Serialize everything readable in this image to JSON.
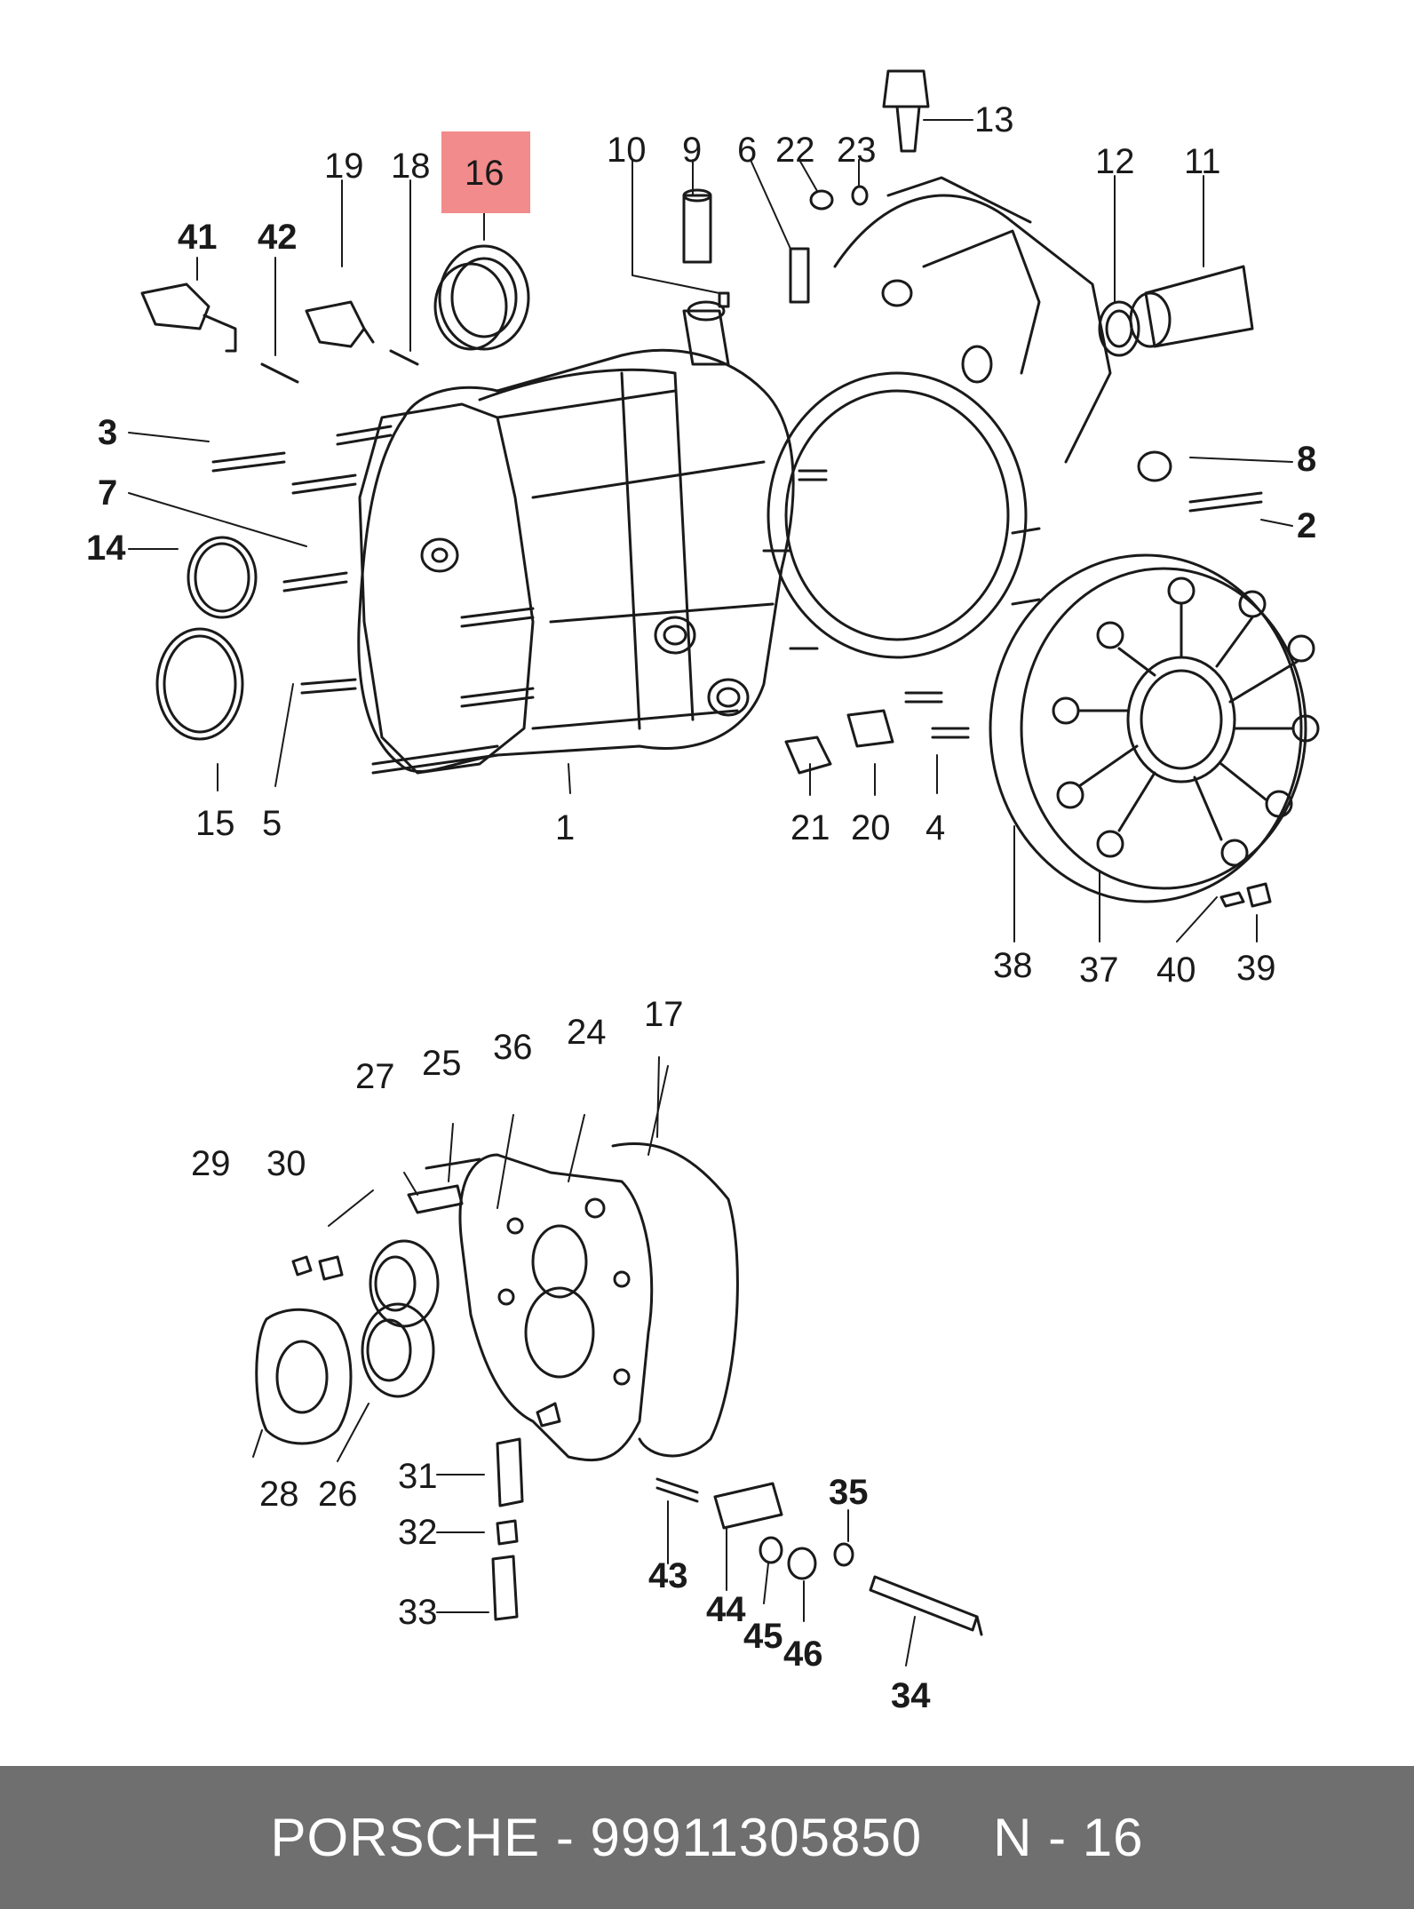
{
  "diagram": {
    "highlighted_part": "16",
    "highlight_color": "#f28b8b",
    "callouts_regular": [
      "1",
      "4",
      "5",
      "6",
      "9",
      "10",
      "11",
      "12",
      "13",
      "15",
      "16",
      "17",
      "18",
      "19",
      "20",
      "21",
      "22",
      "23",
      "24",
      "25",
      "26",
      "27",
      "28",
      "29",
      "30",
      "31",
      "32",
      "33",
      "36",
      "37",
      "38",
      "39",
      "40"
    ],
    "callouts_bold": [
      "2",
      "3",
      "7",
      "8",
      "14",
      "34",
      "35",
      "41",
      "42",
      "43",
      "44",
      "45",
      "46"
    ]
  },
  "footer": {
    "brand": "PORSCHE",
    "separator": " - ",
    "part_number": "99911305850",
    "ref": "N - 16",
    "background": "#6f6f6f"
  }
}
